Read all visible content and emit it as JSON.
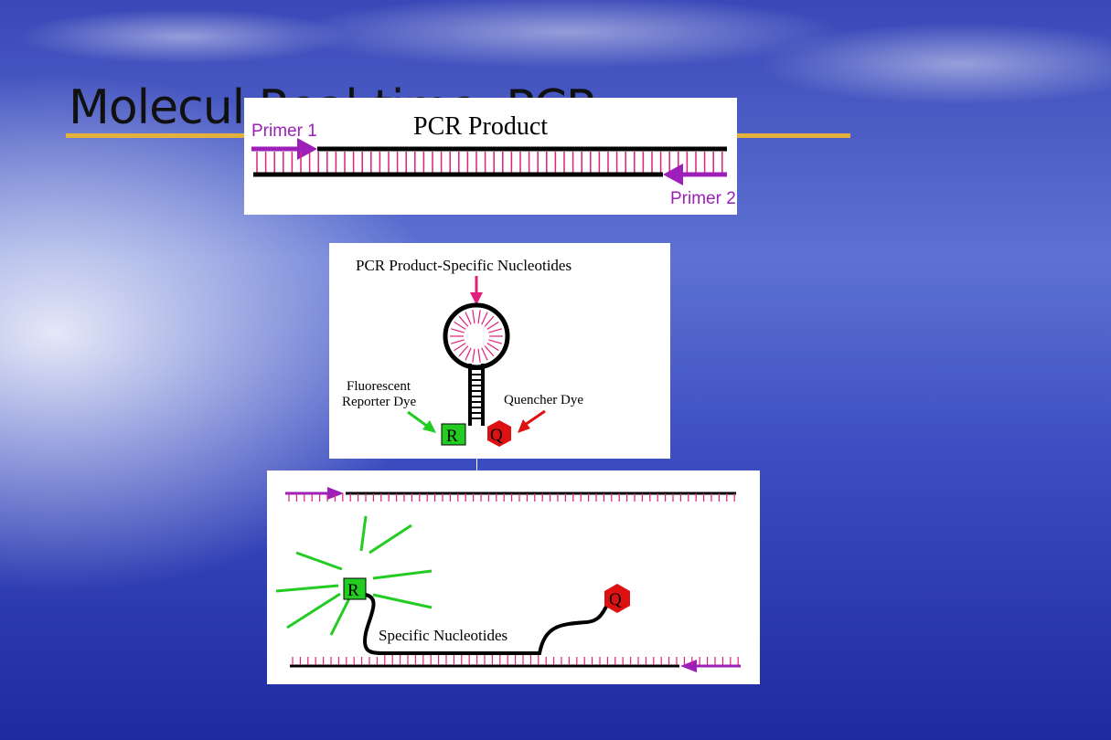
{
  "slide": {
    "title_left": "Molecul",
    "title_mid": "Real-time",
    "title_right": "PCR"
  },
  "panel1": {
    "title": "PCR Product",
    "primer1": "Primer 1",
    "primer2": "Primer 2"
  },
  "panel2": {
    "title": "PCR Product-Specific Nucleotides",
    "reporter_line1": "Fluorescent",
    "reporter_line2": "Reporter Dye",
    "quencher": "Quencher Dye",
    "r_letter": "R",
    "q_letter": "Q"
  },
  "panel3": {
    "label": "Specific Nucleotides",
    "r_letter": "R",
    "q_letter": "Q"
  },
  "colors": {
    "primer": "#9b1fb8",
    "tick": "#e0207a",
    "reporter": "#22cc22",
    "quencher": "#dd1111",
    "strand": "#000000"
  }
}
